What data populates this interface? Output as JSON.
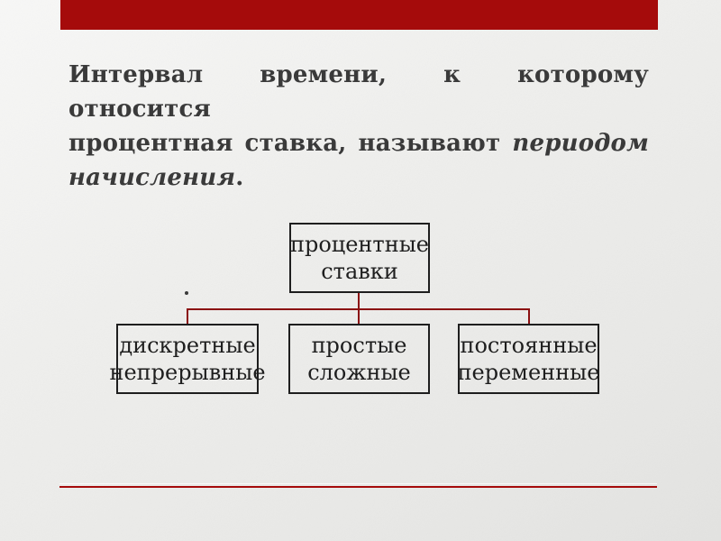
{
  "paragraph": {
    "line1": "Интервал времени, к которому относится",
    "line2_normal": "процентная ставка, называют",
    "line2_em": "периодом",
    "line3_em": "начисления",
    "line3_normal": "."
  },
  "stray_dot": ".",
  "diagram": {
    "root": {
      "label": "процентные\nставки"
    },
    "children": [
      {
        "label": "дискретные\nнепрерывные"
      },
      {
        "label": "простые\nсложные"
      },
      {
        "label": "постоянные\nпеременные"
      }
    ]
  },
  "colors": {
    "accent_bar": "#a50b0b",
    "connector_line": "#8b1010",
    "bottom_rule": "#a50b0b",
    "paragraph_text": "#3a3a3a",
    "box_border": "#1e1e1e",
    "box_text": "#1e1e1e",
    "background": "#ededeb"
  }
}
